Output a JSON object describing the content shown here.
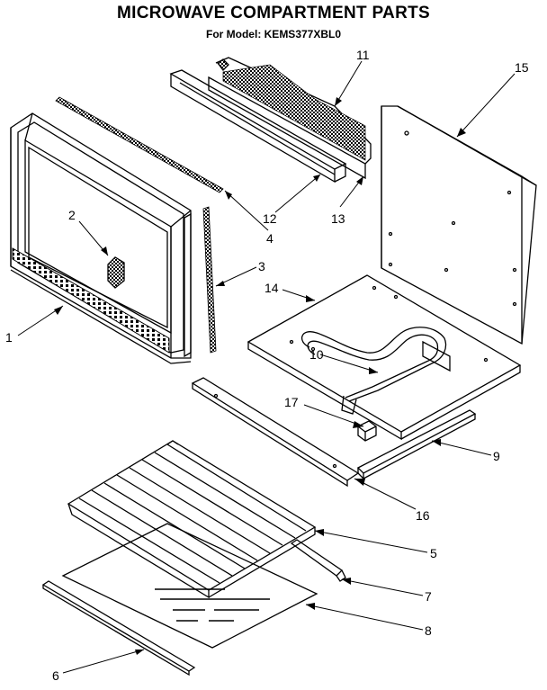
{
  "header": {
    "title": "MICROWAVE COMPARTMENT PARTS",
    "subtitle": "For Model: KEMS377XBL0"
  },
  "callouts": {
    "c1": "1",
    "c2": "2",
    "c3": "3",
    "c4": "4",
    "c5": "5",
    "c6": "6",
    "c7": "7",
    "c8": "8",
    "c9": "9",
    "c10": "10",
    "c11": "11",
    "c12": "12",
    "c13": "13",
    "c14": "14",
    "c15": "15",
    "c16": "16",
    "c17": "17"
  }
}
